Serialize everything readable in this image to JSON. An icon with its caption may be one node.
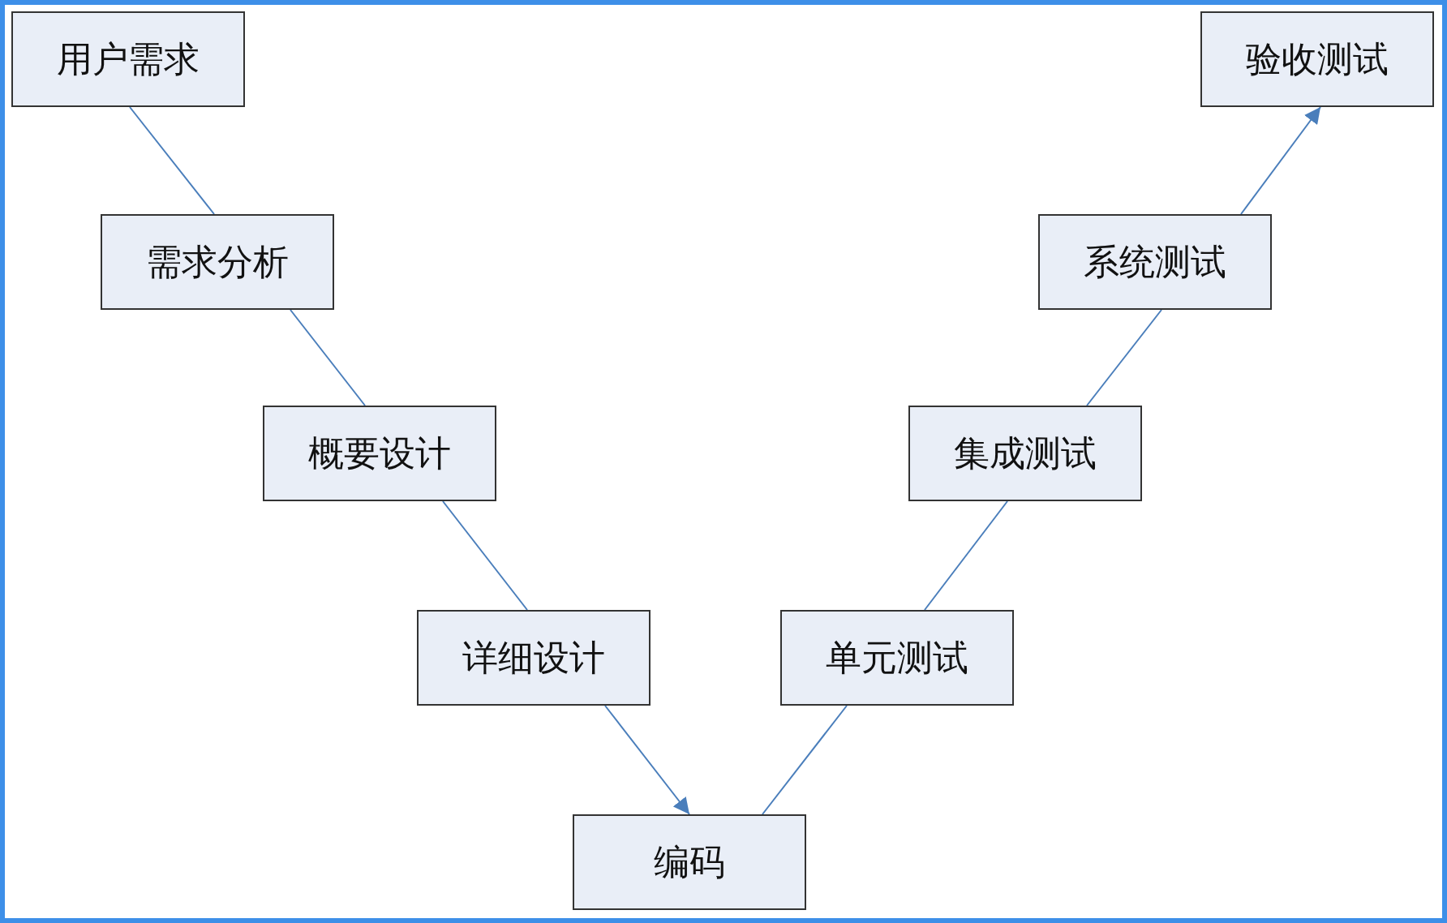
{
  "diagram": {
    "nodes": [
      {
        "text": [
          "用户需求"
        ]
      },
      {
        "text": [
          "需求分析"
        ]
      },
      {
        "text": [
          "概要设计"
        ]
      },
      {
        "text": [
          "详细设计"
        ]
      },
      {
        "text": [
          "编码"
        ]
      },
      {
        "text": [
          "单元测试"
        ]
      },
      {
        "text": [
          "集成测试"
        ]
      },
      {
        "text": [
          "系统测试"
        ]
      },
      {
        "text": [
          "验收测试"
        ]
      }
    ],
    "edges": [
      {
        "from": 0,
        "to": 1,
        "arrow": "none"
      },
      {
        "from": 1,
        "to": 2,
        "arrow": "none"
      },
      {
        "from": 2,
        "to": 3,
        "arrow": "none"
      },
      {
        "from": 3,
        "to": 4,
        "arrow": "to"
      },
      {
        "from": 4,
        "to": 5,
        "arrow": "none"
      },
      {
        "from": 5,
        "to": 6,
        "arrow": "none"
      },
      {
        "from": 6,
        "to": 7,
        "arrow": "none"
      },
      {
        "from": 7,
        "to": 8,
        "arrow": "to"
      }
    ]
  }
}
